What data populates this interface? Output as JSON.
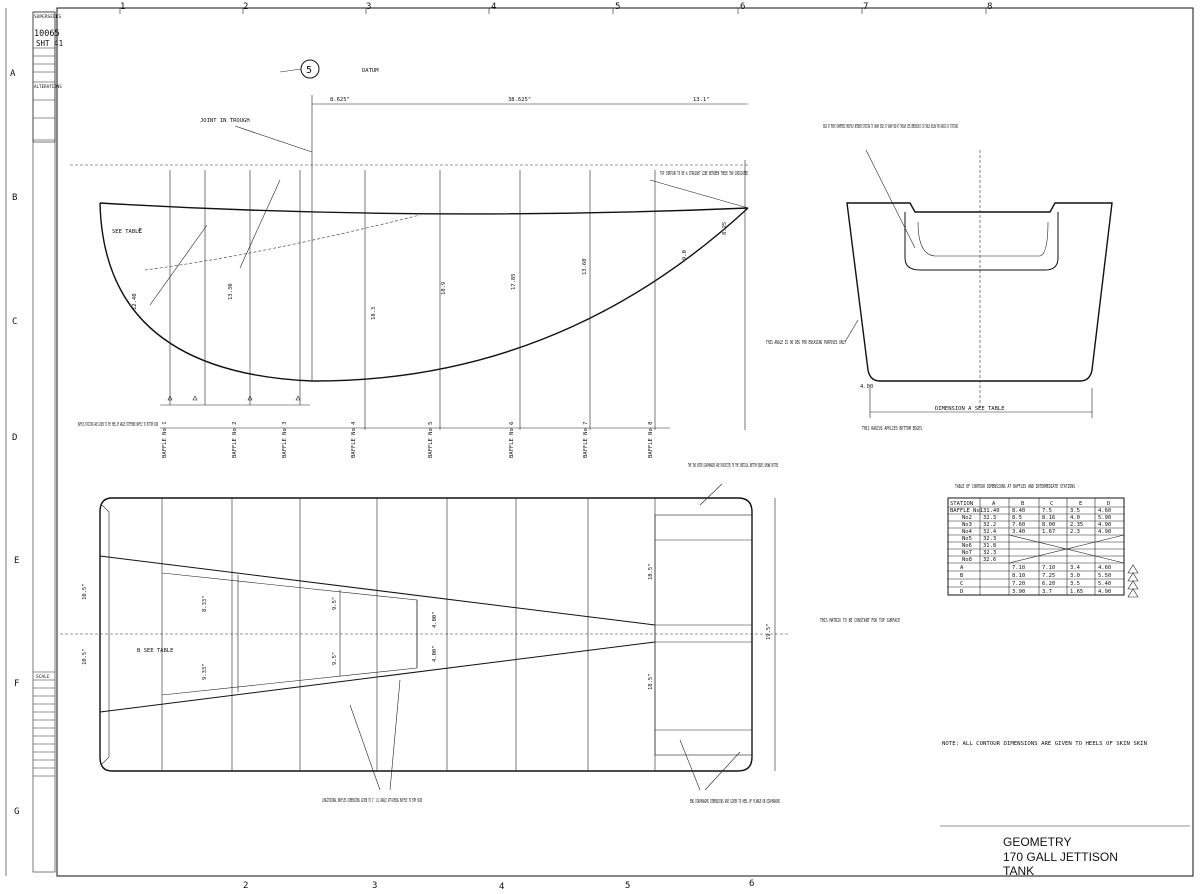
{
  "frame": {
    "col_numbers_top": [
      "1",
      "2",
      "3",
      "4",
      "5",
      "6",
      "7",
      "8"
    ],
    "col_numbers_bottom": [
      "2",
      "3",
      "4",
      "5",
      "6"
    ],
    "row_letters": [
      "A",
      "B",
      "C",
      "D",
      "E",
      "F",
      "G"
    ]
  },
  "revision_block": {
    "title": "SUPERSEDES",
    "drawing_number": "10065",
    "sheet": "SHT 41",
    "alterations_label": "ALTERATIONS",
    "scale_label": "SCALE"
  },
  "side_view": {
    "station_callout": "5",
    "notes": {
      "joint": "JOINT IN TROUGH",
      "datum": "DATUM",
      "top_contour": "TOP CONTOUR TO BE A STRAIGHT LINE BETWEEN THESE TWO INDICATED",
      "baffle_stations": "BAFFLE STATIONS ARE GIVEN TO THE HEEL OF ANGLE STIFFENER BAFFLE TO BOTTOM SKIN",
      "see_table": "SEE TABLE",
      "c_label": "C"
    },
    "top_dims": [
      "8.625\"",
      "38.625\"",
      "13.1\""
    ],
    "baffle_labels": [
      "BAFFLE No 1",
      "BAFFLE No 2",
      "BAFFLE No 3",
      "BAFFLE No 4",
      "BAFFLE No 5",
      "BAFFLE No 6",
      "BAFFLE No 7",
      "BAFFLE No 8"
    ],
    "depth_dims": [
      "12.40",
      "13.30",
      "17.85",
      "18.9",
      "13.60",
      "18.3",
      "9.0",
      "8.25"
    ]
  },
  "plan_view": {
    "notes": {
      "two_outer": "THE TWO OUTER DIAPHRAGMS ARE PROJECTED TO THE VERTICAL BOTTOM EDGES SHOWN DOTTED",
      "matrix": "THIS MATRIX TO BE CONSTANT FOR TOP SURFACE",
      "longitudinal": "LONGITUDINAL BAFFLES DIMENSIONS GIVEN TO 1\" 1/2 ANGLE ATTACHING BAFFLE TO BTM SKIN",
      "end_diaphragms": "END DIAPHRAGMS DIMENSIONS ARE GIVEN TO HEEL OF FLANGE ON DIAPHRAGMS",
      "b_label": "B SEE TABLE"
    },
    "dims": [
      "10.5\"",
      "10.5\"",
      "8.33\"",
      "9.33\"",
      "9.5\"",
      "9.5\"",
      "4.00\"",
      "4.00\"",
      "18.5\"",
      "18.5\"",
      "19.5\""
    ]
  },
  "section_view": {
    "notes": {
      "edges": "EDGE AT FRONT CHAMFERED SMOOTHLY BETWEEN STATIONS TO SHARP EDGE AT SHARP END AT TROUGH SEE DIMENSION E IN TABLE BELOW FOR RADIUS AT STATIONS",
      "angle": "THIS ANGLE IS 90 DEG FOR ENCASING PURPOSES ONLY",
      "bottom": "THIS RADIUS APPLIES BOTTOM EDGES",
      "dim_a": "DIMENSION A SEE TABLE",
      "radius": "4.00"
    }
  },
  "contour_table": {
    "title": "TABLE OF CONTOUR DIMENSIONS AT BAFFLES AND INTERMEDIATE STATIONS",
    "headers": [
      "STATION",
      "A",
      "B",
      "C",
      "E",
      "D"
    ],
    "rows": [
      [
        "BAFFLE No1",
        "31.40",
        "8.40",
        "7.5",
        "3.5",
        "4.60"
      ],
      [
        "No2",
        "32.3",
        "8.5",
        "8.16",
        "4.0",
        "5.90"
      ],
      [
        "No3",
        "32.2",
        "7.60",
        "8.00",
        "2.35",
        "4.90"
      ],
      [
        "No4",
        "32.4",
        "3.40",
        "1.67",
        "2.3",
        "4.90"
      ],
      [
        "No5",
        "32.3",
        "",
        "",
        "",
        ""
      ],
      [
        "No6",
        "31.8",
        "",
        "",
        "",
        ""
      ],
      [
        "No7",
        "32.3",
        "",
        "",
        "",
        ""
      ],
      [
        "No8",
        "32.6",
        "",
        "",
        "",
        ""
      ],
      [
        "A",
        "",
        "7.10",
        "7.10",
        "3.4",
        "4.60"
      ],
      [
        "B",
        "",
        "8.10",
        "7.25",
        "3.0",
        "5.50"
      ],
      [
        "C",
        "",
        "7.20",
        "6.20",
        "3.5",
        "5.40"
      ],
      [
        "D",
        "",
        "3.90",
        "3.7",
        "1.65",
        "4.90"
      ]
    ],
    "footnote": "NOTE: ALL CONTOUR DIMENSIONS ARE GIVEN TO HEELS OF SKIN SKIN"
  },
  "title_block": {
    "line1": "GEOMETRY",
    "line2": "170 GALL JETTISON",
    "line3": "TANK"
  }
}
